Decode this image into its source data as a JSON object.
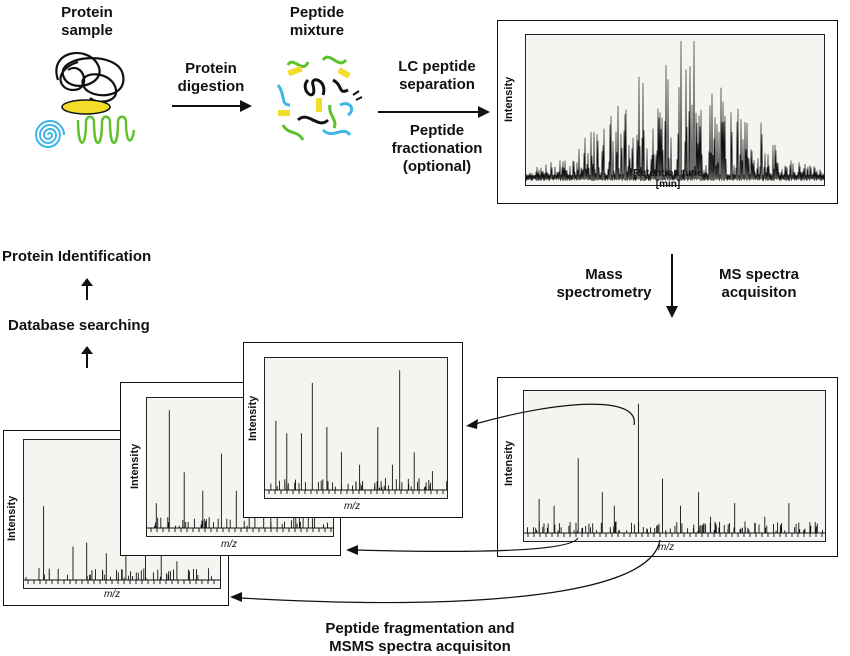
{
  "steps": {
    "protein_sample": [
      "Protein",
      "sample"
    ],
    "protein_digestion": [
      "Protein",
      "digestion"
    ],
    "peptide_mixture": [
      "Peptide",
      "mixture"
    ],
    "lc_separation": [
      "LC peptide",
      "separation"
    ],
    "peptide_fractionation": [
      "Peptide",
      "fractionation",
      "(optional)"
    ],
    "mass_spectrometry": [
      "Mass",
      "spectrometry"
    ],
    "ms_spectra_acquisition": [
      "MS spectra",
      "acquisiton"
    ],
    "protein_identification": "Protein Identification",
    "database_searching": "Database searching",
    "fragmentation": [
      "Peptide fragmentation and",
      "MSMS spectra acquisiton"
    ]
  },
  "axes": {
    "intensity": "Intensity",
    "retention_time": [
      "Retention time",
      "[min]"
    ],
    "mz": "m/z"
  },
  "colors": {
    "chain_black": "#111111",
    "chain_green": "#5cc12b",
    "chain_blue": "#3fb6e6",
    "chain_yellow": "#f2dd2a",
    "plot_bg": "#f4f4f0"
  },
  "icons": [
    "protein-chains-icon",
    "peptide-fragments-icon",
    "arrow-right-icon",
    "arrow-down-icon",
    "arrow-up-icon",
    "curved-arrow-icon"
  ]
}
